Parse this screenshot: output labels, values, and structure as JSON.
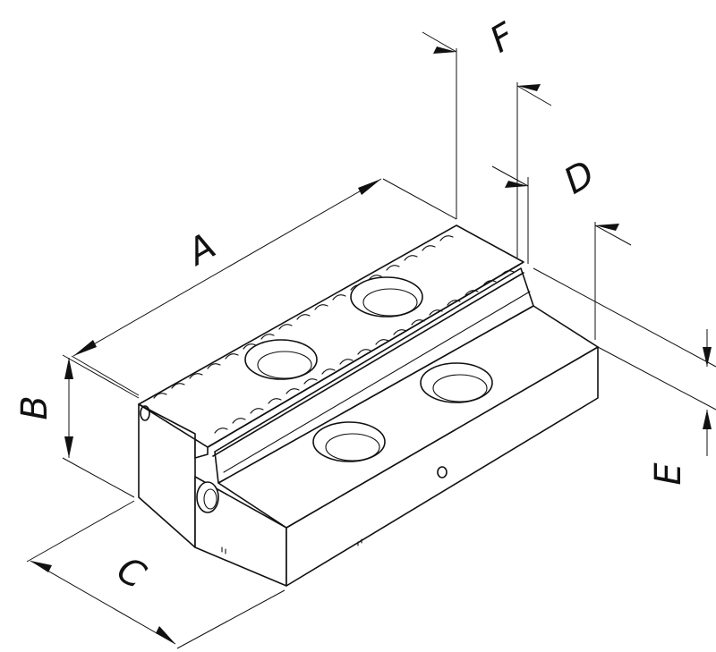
{
  "dimension_labels": {
    "A": "A",
    "B": "B",
    "C": "C",
    "D": "D",
    "E": "E",
    "F": "F"
  },
  "colors": {
    "ink": "#111111",
    "paper": "#ffffff"
  }
}
